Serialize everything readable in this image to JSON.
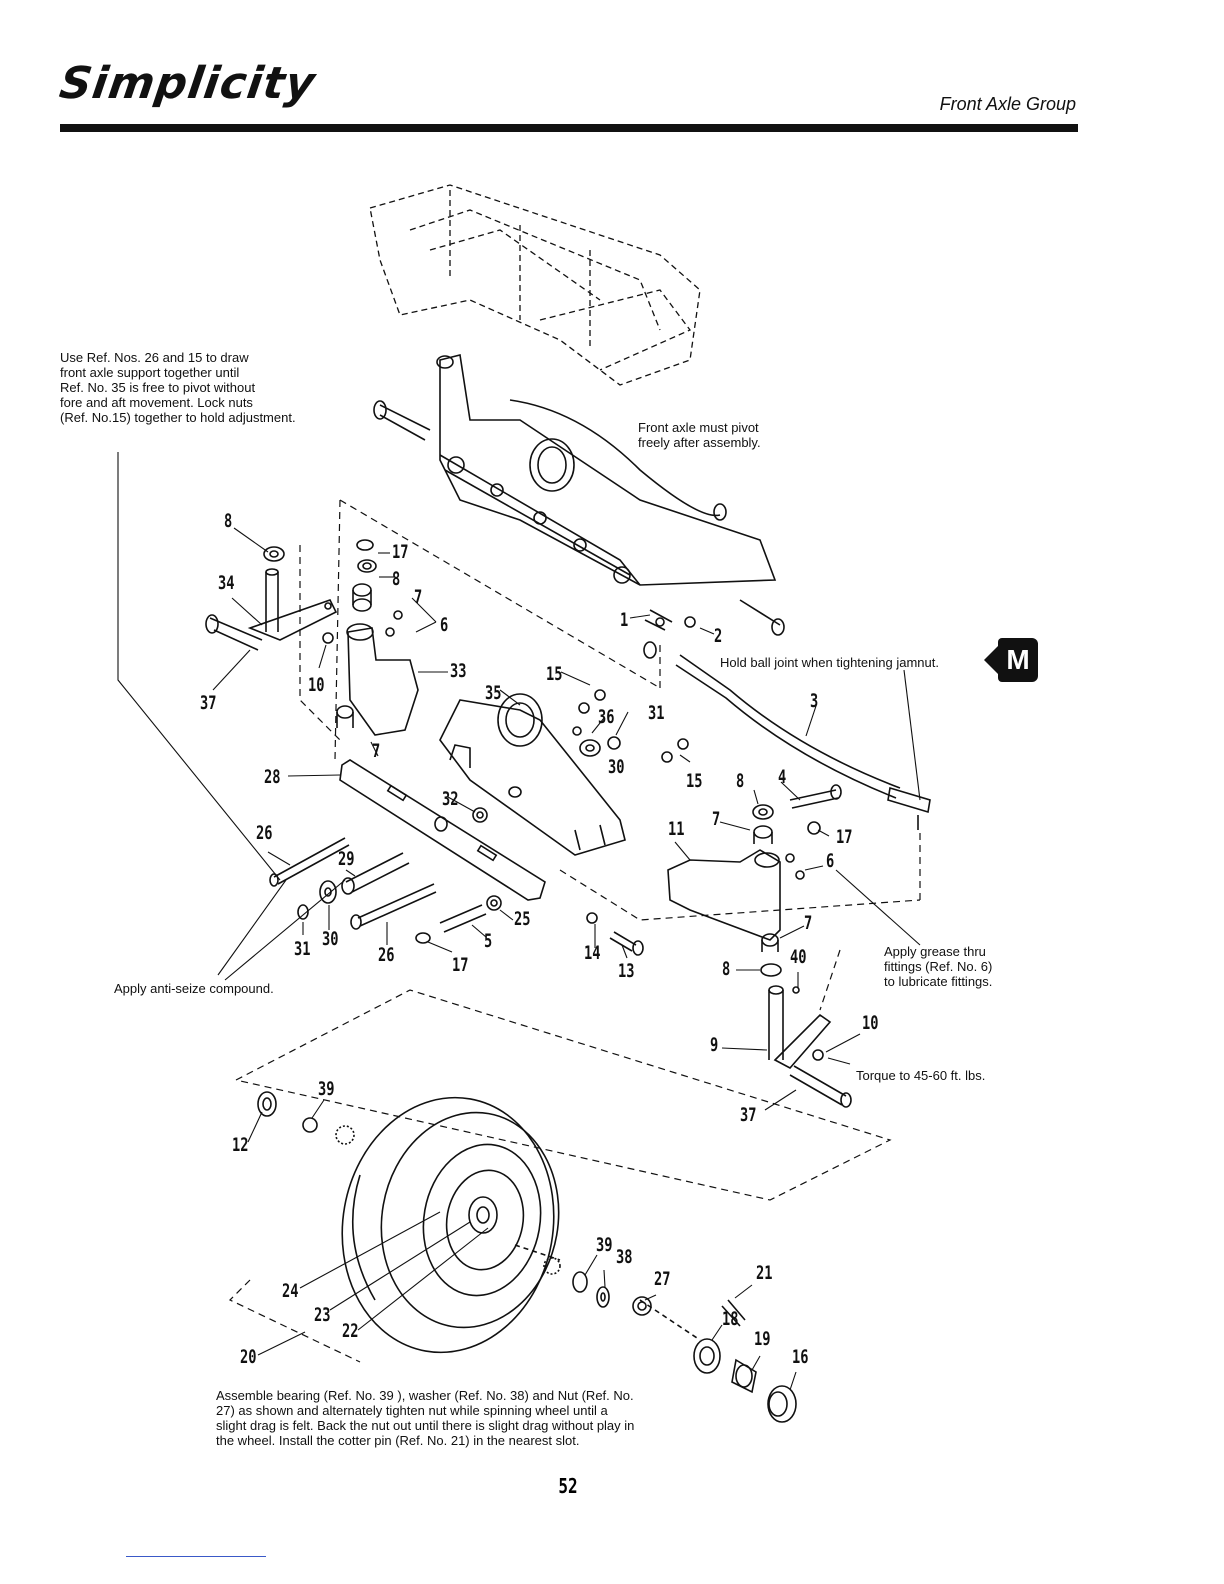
{
  "header": {
    "brand": "Simplicity",
    "section_title": "Front Axle Group"
  },
  "notes": {
    "adjust": "Use Ref. Nos. 26 and 15 to draw\nfront axle support together until\nRef. No. 35 is free to pivot without\nfore and aft movement.  Lock nuts\n(Ref. No.15) together to hold adjustment.",
    "pivot": "Front axle must pivot\nfreely after assembly.",
    "ball_joint": "Hold ball joint when tightening jamnut.",
    "anti_seize": "Apply anti-seize compound.",
    "grease": "Apply grease thru\nfittings (Ref. No. 6)\nto lubricate fittings.",
    "torque": "Torque to 45-60 ft. lbs.",
    "bearing": "Assemble bearing (Ref. No. 39 ), washer (Ref. No. 38) and Nut (Ref. No.\n27)  as shown and alternately tighten nut while spinning wheel until a\nslight drag is felt.  Back the nut out until there is slight drag without play in\nthe wheel.  Install the cotter pin (Ref. No. 21) in the nearest slot."
  },
  "section_tab": "M",
  "page_number": "52",
  "callouts": {
    "c8a": "8",
    "c34": "34",
    "c37a": "37",
    "c10a": "10",
    "c17a": "17",
    "c8b": "8",
    "c7a": "7",
    "c6a": "6",
    "c33": "33",
    "c7b": "7",
    "c1": "1",
    "c2": "2",
    "c3": "3",
    "c15a": "15",
    "c35": "35",
    "c36": "36",
    "c31a": "31",
    "c30a": "30",
    "c15b": "15",
    "c28": "28",
    "c32": "32",
    "c8c": "8",
    "c4": "4",
    "c11": "11",
    "c7c": "7",
    "c17b": "17",
    "c6b": "6",
    "c26a": "26",
    "c29": "29",
    "c25": "25",
    "c31b": "31",
    "c30b": "30",
    "c26b": "26",
    "c5": "5",
    "c17c": "17",
    "c14": "14",
    "c13": "13",
    "c7d": "7",
    "c8d": "8",
    "c40": "40",
    "c10b": "10",
    "c9": "9",
    "c37b": "37",
    "c39a": "39",
    "c12": "12",
    "c39b": "39",
    "c38": "38",
    "c27": "27",
    "c21": "21",
    "c24": "24",
    "c23": "23",
    "c22": "22",
    "c18": "18",
    "c19": "19",
    "c16": "16",
    "c20": "20"
  }
}
